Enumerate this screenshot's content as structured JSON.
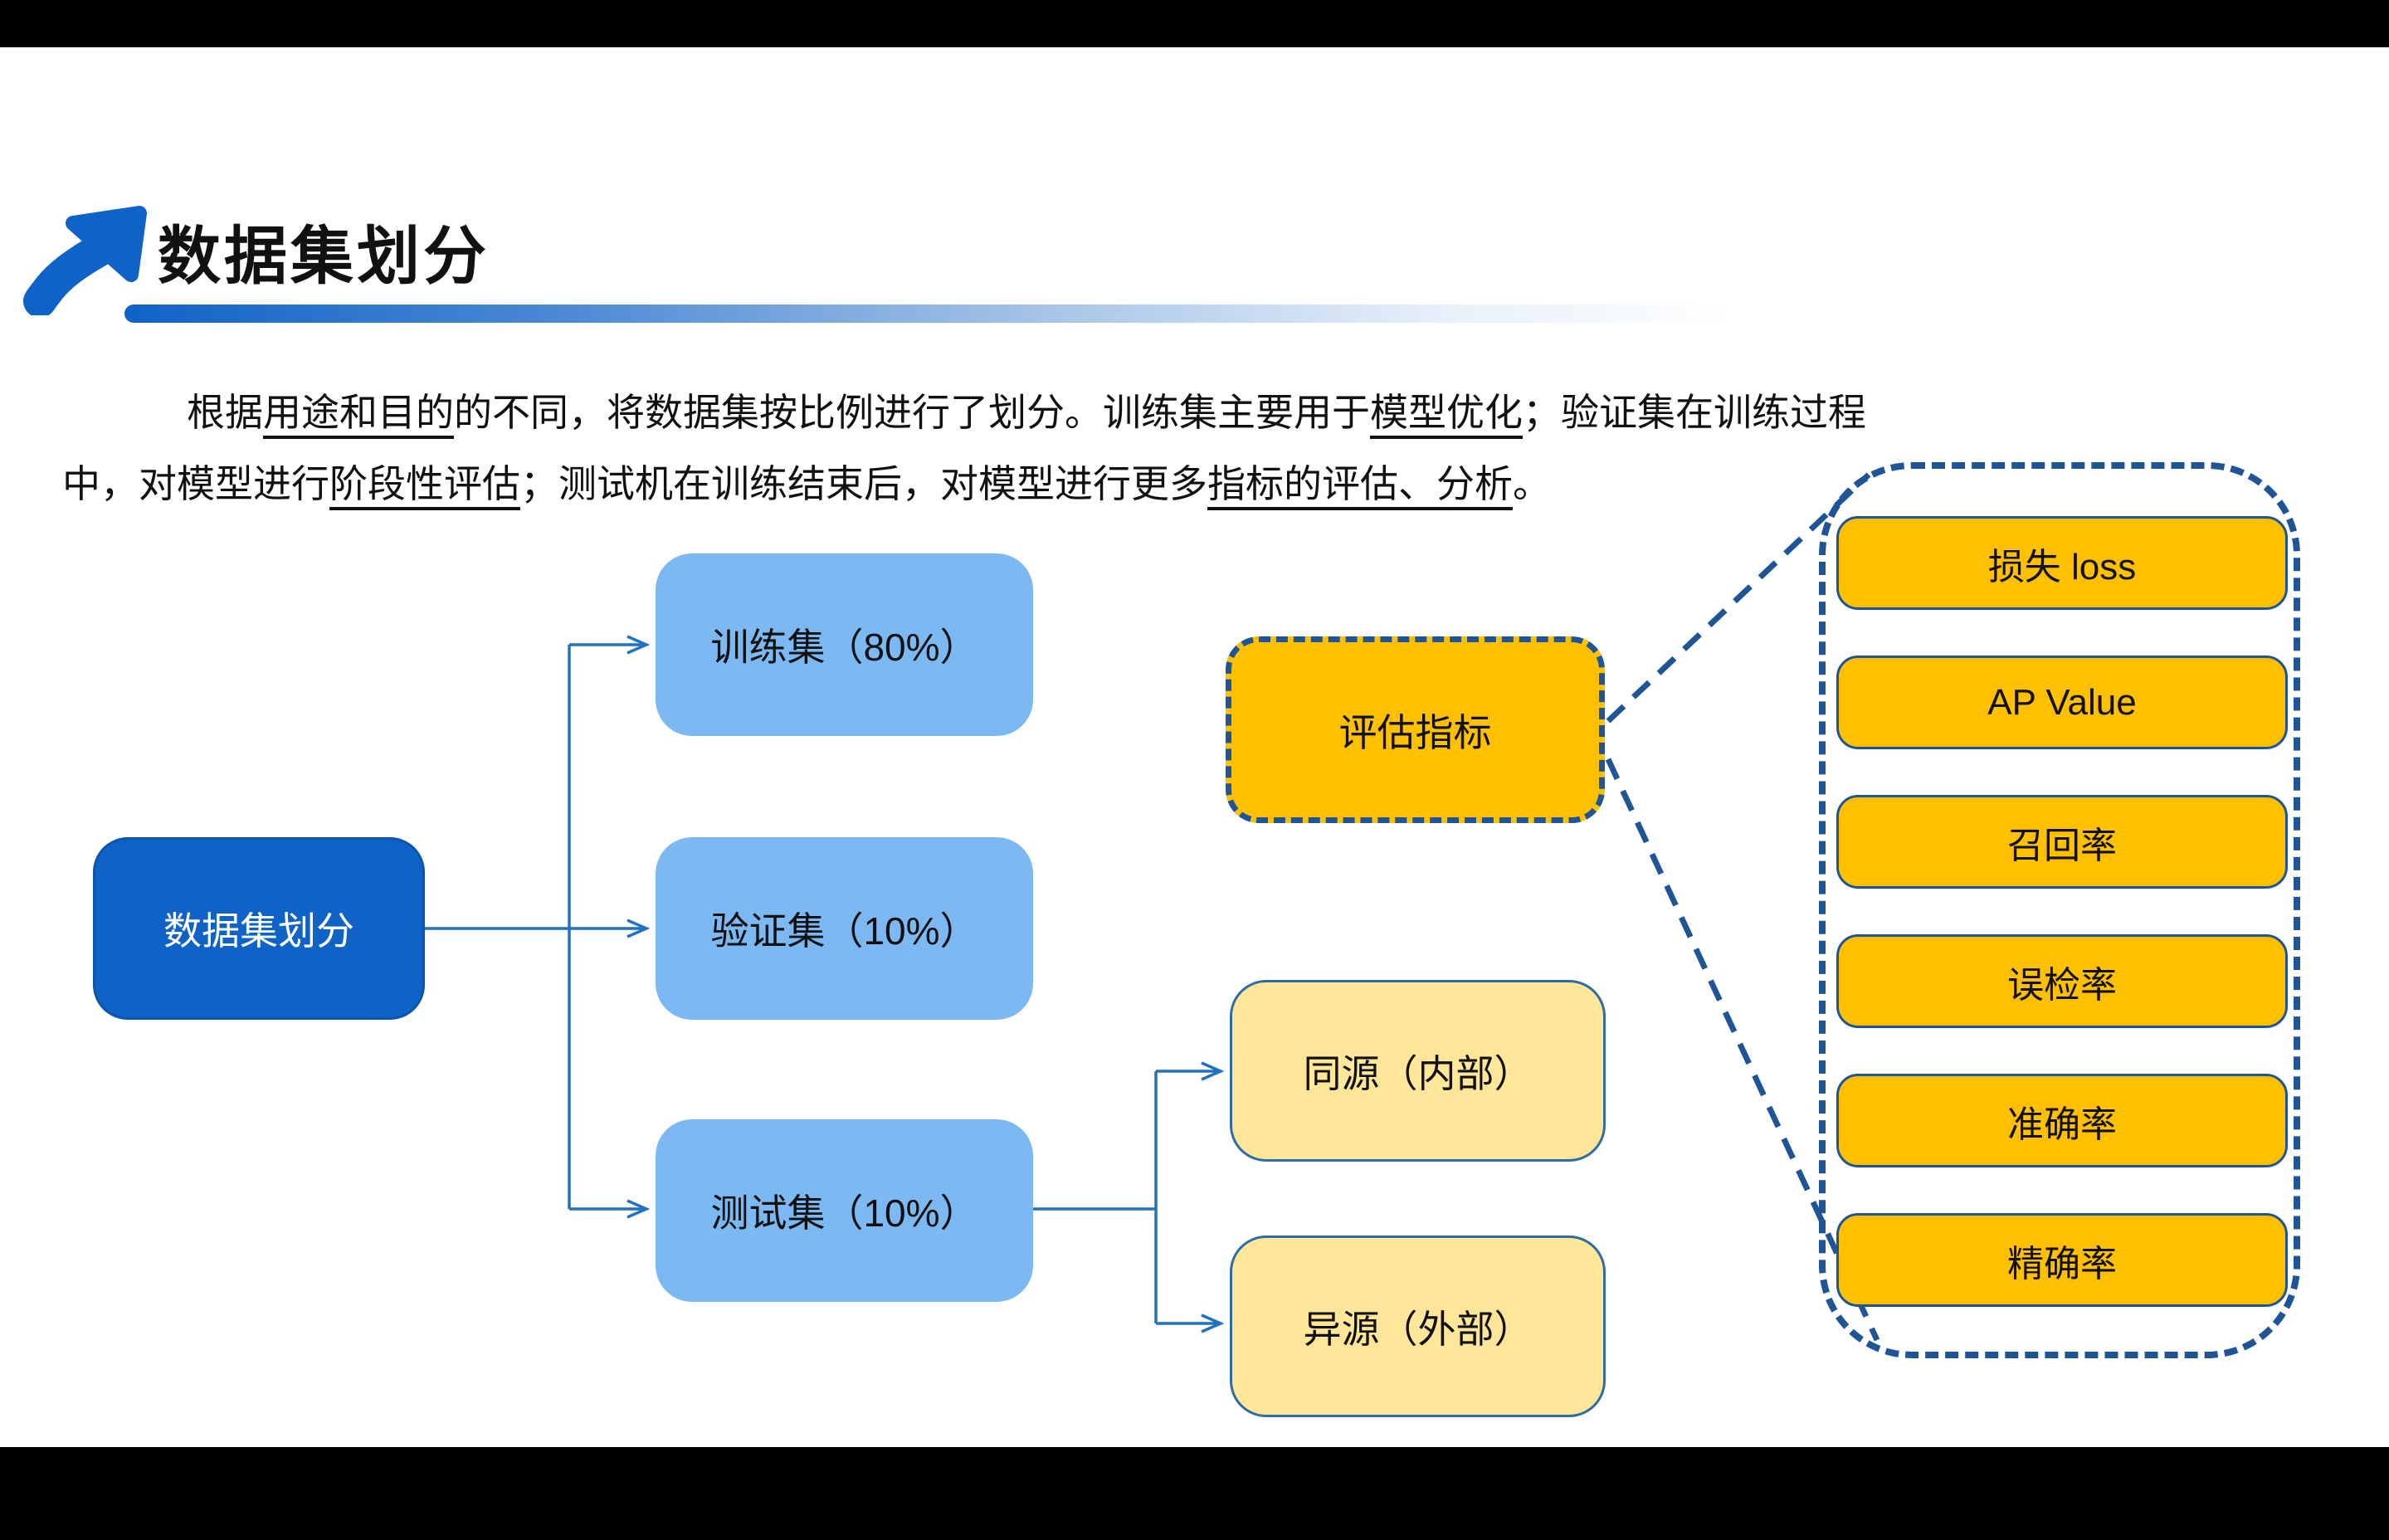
{
  "slide": {
    "title": "数据集划分",
    "paragraph": {
      "lines": [
        [
          {
            "t": "根据"
          },
          {
            "t": "用途和目的",
            "u": true
          },
          {
            "t": "的不同，将数据集按比例进行了划分。训练集主要用于"
          },
          {
            "t": "模型优化",
            "u": true
          },
          {
            "t": "；验证集在训练过程"
          }
        ],
        [
          {
            "t": "中，对模型进行"
          },
          {
            "t": "阶段性评估",
            "u": true
          },
          {
            "t": "；测试机在训练结束后，对模型进行更多"
          },
          {
            "t": "指标的评估、分析",
            "u": true
          },
          {
            "t": "。"
          }
        ]
      ]
    }
  },
  "diagram": {
    "root": {
      "label": "数据集划分"
    },
    "splits": [
      {
        "label": "训练集（80%）"
      },
      {
        "label": "验证集（10%）"
      },
      {
        "label": "测试集（10%）"
      }
    ],
    "test_children": [
      {
        "label": "同源（内部）"
      },
      {
        "label": "异源（外部）"
      }
    ],
    "metrics_callout": {
      "label": "评估指标"
    },
    "metrics": [
      {
        "label": "损失 loss"
      },
      {
        "label": "AP Value"
      },
      {
        "label": "召回率"
      },
      {
        "label": "误检率"
      },
      {
        "label": "准确率"
      },
      {
        "label": "精确率"
      }
    ]
  },
  "colors": {
    "accent_blue": "#0F63C6",
    "light_blue": "#7CB9F2",
    "orange": "#FFC000",
    "cream_yellow": "#FFE699",
    "dashed_blue": "#1F5597",
    "connector_blue": "#2272BB",
    "text_color": "#111111"
  }
}
